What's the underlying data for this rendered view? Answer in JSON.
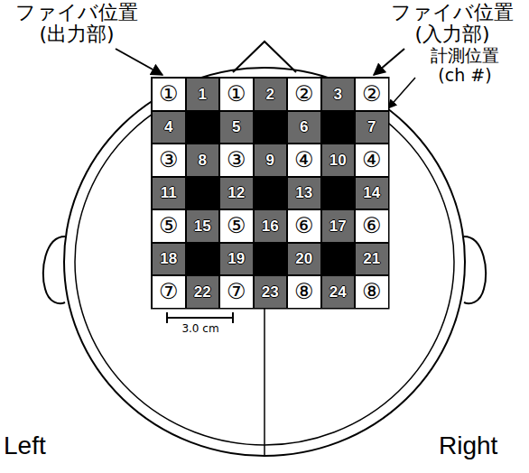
{
  "diagram": {
    "nodes": [
      {
        "text": [
          "①"
        ]
      },
      {
        "text": [
          "1"
        ]
      },
      {
        "text": [
          "①"
        ]
      },
      {
        "text": [
          "2"
        ]
      },
      {
        "text": [
          "②"
        ]
      },
      {
        "text": [
          "3"
        ]
      },
      {
        "text": [
          "②"
        ]
      },
      {
        "text": [
          "4"
        ]
      },
      {
        "text": [
          "5"
        ]
      },
      {
        "text": [
          "6"
        ]
      },
      {
        "text": [
          "7"
        ]
      },
      {
        "text": [
          "③"
        ]
      },
      {
        "text": [
          "8"
        ]
      },
      {
        "text": [
          "③"
        ]
      },
      {
        "text": [
          "9"
        ]
      },
      {
        "text": [
          "④"
        ]
      },
      {
        "text": [
          "10"
        ]
      },
      {
        "text": [
          "④"
        ]
      },
      {
        "text": [
          "11"
        ]
      },
      {
        "text": [
          "12"
        ]
      },
      {
        "text": [
          "13"
        ]
      },
      {
        "text": [
          "14"
        ]
      },
      {
        "text": [
          "⑤"
        ]
      },
      {
        "text": [
          "15"
        ]
      },
      {
        "text": [
          "⑤"
        ]
      },
      {
        "text": [
          "16"
        ]
      },
      {
        "text": [
          "⑥"
        ]
      },
      {
        "text": [
          "17"
        ]
      },
      {
        "text": [
          "⑥"
        ]
      },
      {
        "text": [
          "18"
        ]
      },
      {
        "text": [
          "19"
        ]
      },
      {
        "text": [
          "20"
        ]
      },
      {
        "text": [
          "21"
        ]
      },
      {
        "text": [
          "⑦"
        ]
      },
      {
        "text": [
          "22"
        ]
      },
      {
        "text": [
          "⑦"
        ]
      },
      {
        "text": [
          "23"
        ]
      },
      {
        "text": [
          "⑧"
        ]
      },
      {
        "text": [
          "24"
        ]
      },
      {
        "text": [
          "⑧"
        ]
      }
    ],
    "labels": [
      "ファイバ位置 (出力部)",
      "ファイバ位置 (入力部)",
      "計測位置 (ch #)",
      "3.0 cm",
      "Left",
      "Right"
    ]
  }
}
